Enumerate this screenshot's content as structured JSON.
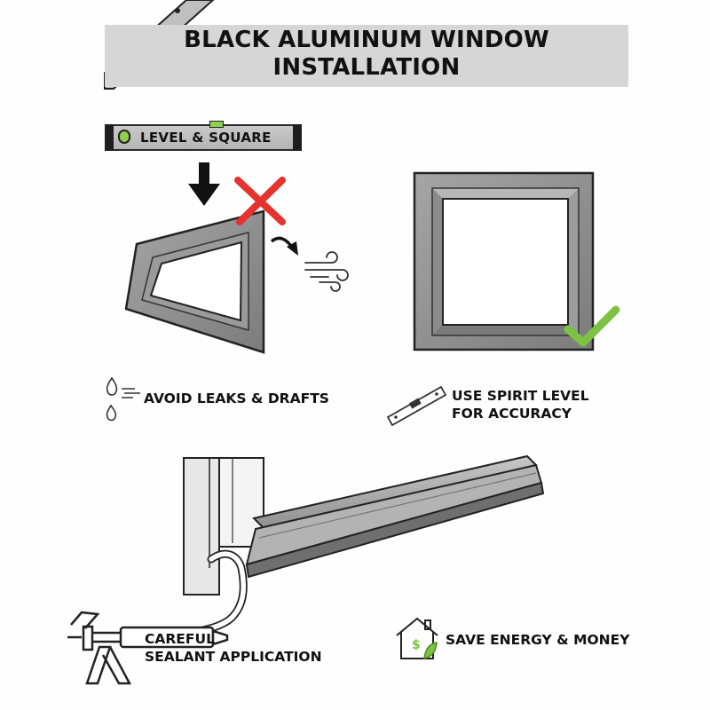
{
  "title": {
    "line1": "BLACK ALUMINUM WINDOW",
    "line2": "INSTALLATION"
  },
  "level_tool": {
    "label": "LEVEL & SQUARE"
  },
  "captions": {
    "avoid_leaks": "AVOID LEAKS & DRAFTS",
    "spirit_level_line1": "USE SPIRIT LEVEL",
    "spirit_level_line2": "FOR ACCURACY",
    "sealant_line1": "CAREFUL",
    "sealant_line2": "SEALANT APPLICATION",
    "save_energy": "SAVE ENERGY & MONEY"
  },
  "colors": {
    "frame_gray": "#8f8f8f",
    "frame_dark": "#2b2b2b",
    "wrong_red": "#e5322d",
    "correct_green": "#7dc242",
    "title_band": "#d6d6d6"
  },
  "icons": [
    "spirit-level-icon",
    "down-arrow-icon",
    "wrong-x-icon",
    "wind-icon",
    "check-icon",
    "water-drops-icon",
    "house-dollar-icon",
    "caulk-gun-icon"
  ]
}
